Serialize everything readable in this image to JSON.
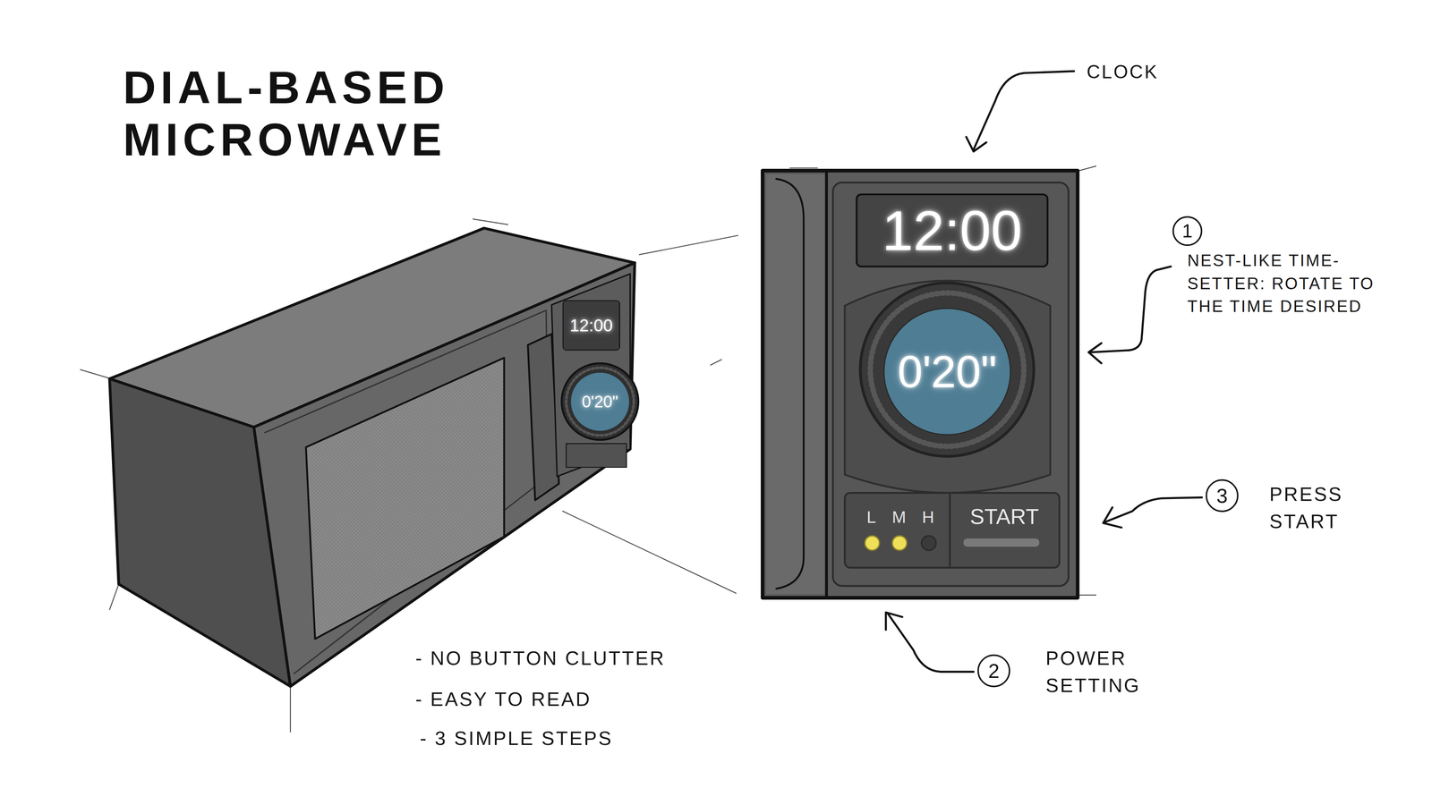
{
  "diagram": {
    "title": "DIAL-BASED MICROWAVE",
    "nodes": [
      {
        "text": [
          "12:00"
        ]
      },
      {
        "text": [
          "0'20\""
        ]
      },
      {
        "text": [
          "12:00"
        ]
      },
      {
        "text": [
          "1"
        ]
      },
      {
        "text": [
          "0'20\""
        ]
      },
      {
        "text": [
          "L",
          "M",
          "H"
        ]
      },
      {
        "text": [
          "START"
        ]
      },
      {
        "text": [
          "3"
        ]
      },
      {
        "text": [
          "2"
        ]
      }
    ],
    "labels": [
      "CLOCK",
      "NEST-LIKE TIME-SETTER: ROTATE TO THE TIME DESIRED",
      "PRESS START",
      "POWER SETTING",
      "- NO BUTTON CLUTTER",
      "- EASY TO READ",
      "- 3 SIMPLE STEPS"
    ]
  }
}
